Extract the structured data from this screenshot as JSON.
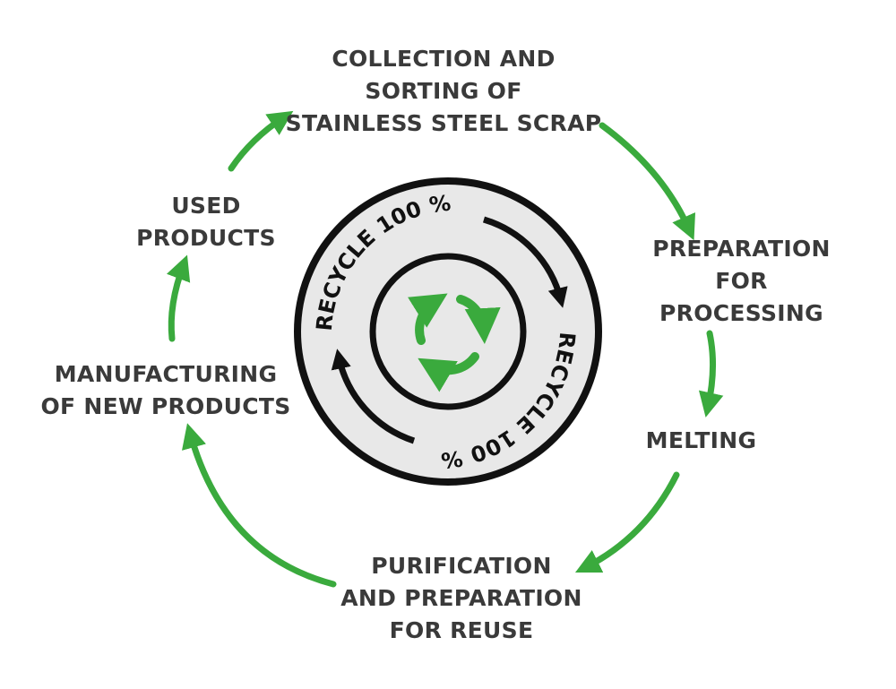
{
  "steps": {
    "collection": [
      "COLLECTION AND",
      "SORTING OF",
      "STAINLESS STEEL SCRAP"
    ],
    "preparation": [
      "PREPARATION",
      "FOR",
      "PROCESSING"
    ],
    "melting": [
      "MELTING"
    ],
    "purification": [
      "PURIFICATION",
      "AND PREPARATION",
      "FOR REUSE"
    ],
    "manufacturing": [
      "MANUFACTURING",
      "OF NEW PRODUCTS"
    ],
    "used": [
      "USED",
      "PRODUCTS"
    ]
  },
  "center": {
    "ring_text_upper": "RECYCLE 100 %",
    "ring_text_lower": "RECYCLE 100 %",
    "icon": "recycle-icon"
  },
  "colors": {
    "arrow_green": "#3aaa3d",
    "text_dark": "#3a3a3a",
    "ring_black": "#111111",
    "disc_grey": "#e8e8e8"
  }
}
